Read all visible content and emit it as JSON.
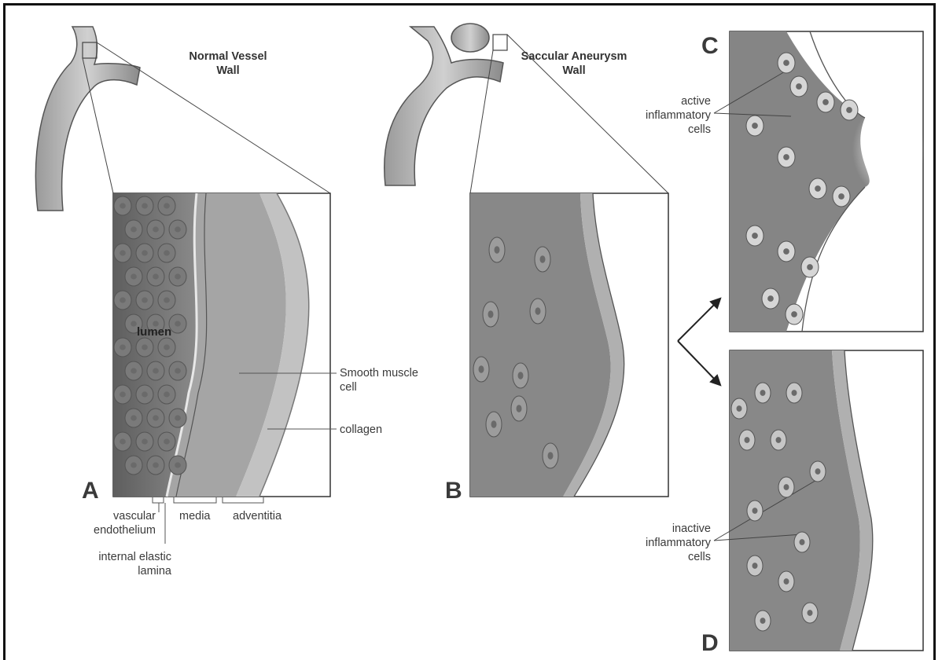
{
  "figure": {
    "panel_letters": {
      "a": "A",
      "b": "B",
      "c": "C",
      "d": "D"
    },
    "titles": {
      "normal": "Normal Vessel\nWall",
      "aneurysm": "Saccular Aneurysm\nWall"
    },
    "labels": {
      "lumen": "lumen",
      "smooth_muscle": "Smooth muscle\ncell",
      "collagen": "collagen",
      "vascular_endothelium": "vascular\nendothelium",
      "media": "media",
      "adventitia": "adventitia",
      "internal_elastic_lamina": "internal elastic\nlamina",
      "active_cells": "active\ninflammatory\ncells",
      "inactive_cells": "inactive\ninflammatory\ncells"
    },
    "colors": {
      "lumen_dark": "#6e6e6e",
      "wall_mid": "#9c9c9c",
      "wall_light": "#c8c8c8",
      "outline": "#333333"
    }
  }
}
